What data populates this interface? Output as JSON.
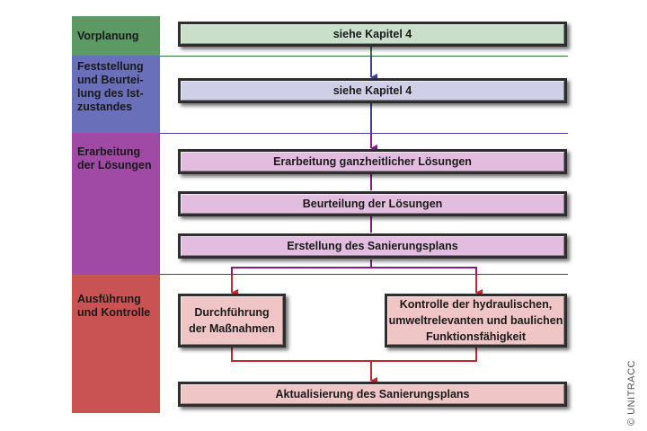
{
  "colors": {
    "phase1": "#5c9964",
    "phase2": "#6a6fba",
    "phase3": "#a04aa6",
    "phase4": "#c95252",
    "box1": "#c9dfc9",
    "box2": "#cfd0e8",
    "box3": "#e2bddf",
    "box4": "#efc5c5",
    "line_green": "#2f7a3a",
    "line_blue": "#3e3ea8",
    "line_purple": "#8a1a8a",
    "line_red": "#c02a2a"
  },
  "phases": [
    {
      "label": "Vorplanung"
    },
    {
      "label": "Feststellung und Beurtei-lung des Ist-zustandes"
    },
    {
      "label": "Erarbeitung der Lösungen"
    },
    {
      "label": "Ausführung und Kontrolle"
    }
  ],
  "steps": {
    "vorplanung": "siehe Kapitel 4",
    "ist_zustand": "siehe Kapitel 4",
    "ganzheitlich": "Erarbeitung ganzheitlicher Lösungen",
    "beurteilung": "Beurteilung der Lösungen",
    "erstellung": "Erstellung des Sanierungsplans",
    "durchfuehrung": "Durchführung der Maßnahmen",
    "kontrolle": "Kontrolle der hydraulischen, umweltrelevanten und baulichen Funktionsfähigkeit",
    "aktualisierung": "Aktualisierung des Sanierungsplans"
  },
  "copyright": "© UNITRACC"
}
